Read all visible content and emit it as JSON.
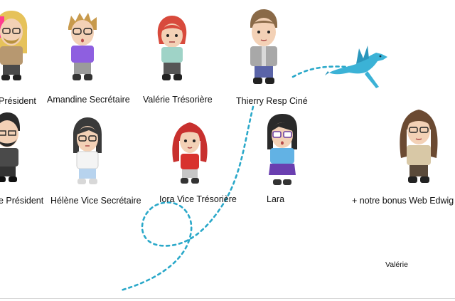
{
  "labels": {
    "president": "Président",
    "secretaire": "Amandine Secrétaire",
    "tresoriere": "Valérie Trésorière",
    "resp_cine": "Thierry Resp Ciné",
    "vice_president": "e Président",
    "vice_secretaire": "Hélène Vice Secrétaire",
    "vice_tresoriere": "Iora Vice Trésorière",
    "lara": "Lara",
    "bonus": "+ notre bonus Web Edwig",
    "signature": "Valérie"
  },
  "colors": {
    "dotted_path": "#2aa8c9",
    "dragon": "#3bb2d6"
  },
  "icons": {
    "dragon": "dragon-icon"
  }
}
